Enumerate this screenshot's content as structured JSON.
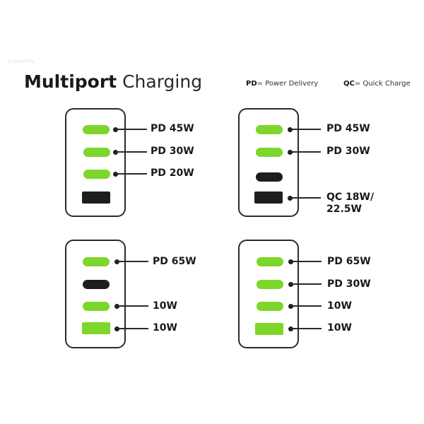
{
  "watermark": "ALTHEATEW",
  "header": {
    "title_bold": "Multiport",
    "title_light": "Charging",
    "legend": [
      {
        "abbr": "PD",
        "text": "= Power Delivery"
      },
      {
        "abbr": "QC",
        "text": "= Quick Charge"
      }
    ]
  },
  "colors": {
    "accent_green": "#7dd62a",
    "port_black": "#1e1e1e",
    "outline": "#2a2a2a"
  },
  "chargers": [
    {
      "name": "charger-top-left",
      "ports": [
        {
          "type": "usb-c",
          "color": "green",
          "label": "PD 45W"
        },
        {
          "type": "usb-c",
          "color": "green",
          "label": "PD 30W"
        },
        {
          "type": "usb-c",
          "color": "green",
          "label": "PD 20W"
        },
        {
          "type": "usb-a",
          "color": "black",
          "label": ""
        }
      ]
    },
    {
      "name": "charger-top-right",
      "ports": [
        {
          "type": "usb-c",
          "color": "green",
          "label": "PD 45W"
        },
        {
          "type": "usb-c",
          "color": "green",
          "label": "PD 30W"
        },
        {
          "type": "usb-c",
          "color": "black",
          "label": ""
        },
        {
          "type": "usb-a",
          "color": "black",
          "label": "QC 18W/",
          "label2": "22.5W"
        }
      ]
    },
    {
      "name": "charger-bottom-left",
      "ports": [
        {
          "type": "usb-c",
          "color": "green",
          "label": "PD 65W"
        },
        {
          "type": "usb-c",
          "color": "black",
          "label": ""
        },
        {
          "type": "usb-c",
          "color": "green",
          "label": "10W"
        },
        {
          "type": "usb-a",
          "color": "green",
          "label": "10W"
        }
      ]
    },
    {
      "name": "charger-bottom-right",
      "ports": [
        {
          "type": "usb-c",
          "color": "green",
          "label": "PD 65W"
        },
        {
          "type": "usb-c",
          "color": "green",
          "label": "PD 30W"
        },
        {
          "type": "usb-c",
          "color": "green",
          "label": "10W"
        },
        {
          "type": "usb-a",
          "color": "green",
          "label": "10W"
        }
      ]
    }
  ]
}
